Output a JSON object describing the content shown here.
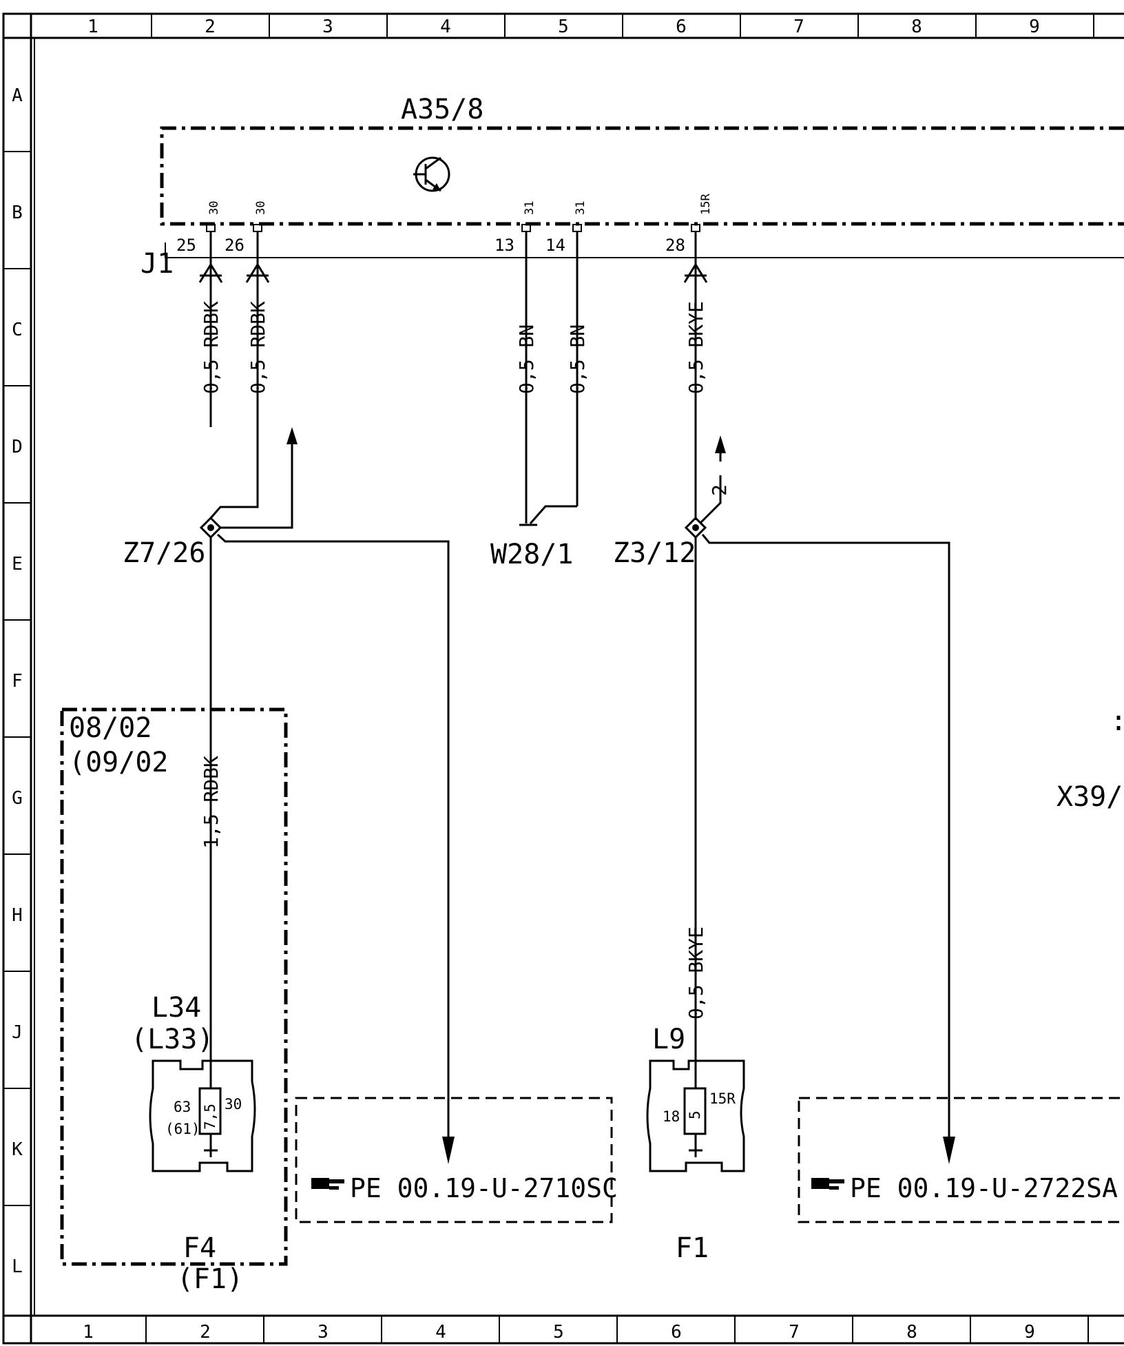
{
  "grid": {
    "columns": [
      "1",
      "2",
      "3",
      "4",
      "5",
      "6",
      "7",
      "8",
      "9"
    ],
    "rows": [
      "A",
      "B",
      "C",
      "D",
      "E",
      "F",
      "G",
      "H",
      "J",
      "K",
      "L"
    ]
  },
  "control_unit": {
    "name": "A35/8",
    "connector": "J1",
    "symbol": "transistor-icon"
  },
  "pins": [
    {
      "pin": "25",
      "terminal": "30",
      "wire": "0,5 RDBK"
    },
    {
      "pin": "26",
      "terminal": "30",
      "wire": "0,5 RDBK"
    },
    {
      "pin": "13",
      "terminal": "31",
      "wire": "0,5 BN"
    },
    {
      "pin": "14",
      "terminal": "31",
      "wire": "0,5 BN"
    },
    {
      "pin": "28",
      "terminal": "15R",
      "wire": "0,5 BKYE"
    }
  ],
  "splices": {
    "left": "Z7/26",
    "middle": "W28/1",
    "right": "Z3/12",
    "right_branch": "2"
  },
  "fuse_box": {
    "validity_from": "08/02",
    "validity_to": "(09/02",
    "feed_wire": "1,5 RDBK",
    "location_main": "L34",
    "location_alt": "(L33)",
    "terminal_in": "63",
    "terminal_in_alt": "(61)",
    "terminal_out": "30",
    "fuse_value": "7,5",
    "label_main": "F4",
    "label_alt": "(F1)"
  },
  "fuse_f1": {
    "feed_wire": "0,5 BKYE",
    "location": "L9",
    "terminal_in": "18",
    "terminal_out": "15R",
    "fuse_value": "5",
    "label": "F1"
  },
  "references": {
    "left": "PE 00.19-U-2710SC",
    "right": "PE 00.19-U-2722SA"
  },
  "right_edge": {
    "partial_label": "X39/",
    "partial_char": ":"
  }
}
